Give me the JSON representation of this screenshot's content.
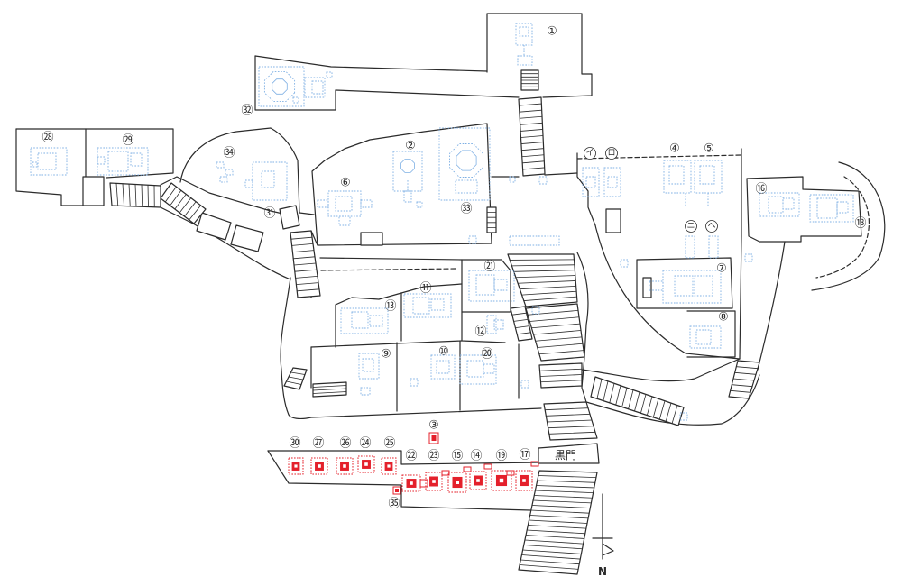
{
  "map": {
    "markers": [
      "①",
      "②",
      "③",
      "④",
      "⑤",
      "⑥",
      "⑦",
      "⑧",
      "⑨",
      "⑩",
      "⑪",
      "⑫",
      "⑬",
      "⑭",
      "⑮",
      "⑯",
      "⑰",
      "⑱",
      "⑲",
      "⑳",
      "㉑",
      "㉒",
      "㉓",
      "㉔",
      "㉕",
      "㉖",
      "㉗",
      "㉘",
      "㉙",
      "㉚",
      "㉛",
      "㉜",
      "㉝",
      "㉞",
      "㉟"
    ],
    "kana_markers": [
      "イ",
      "ロ",
      "ニ",
      "ヘ"
    ],
    "gate_label": "黒門",
    "compass_label": "N"
  },
  "icons": {
    "compass": "north-arrow-icon"
  },
  "colors": {
    "ink": "#2b2b2b",
    "footprint_blue": "#7fb0e4",
    "highlight_red": "#e4202b",
    "background": "#ffffff"
  }
}
